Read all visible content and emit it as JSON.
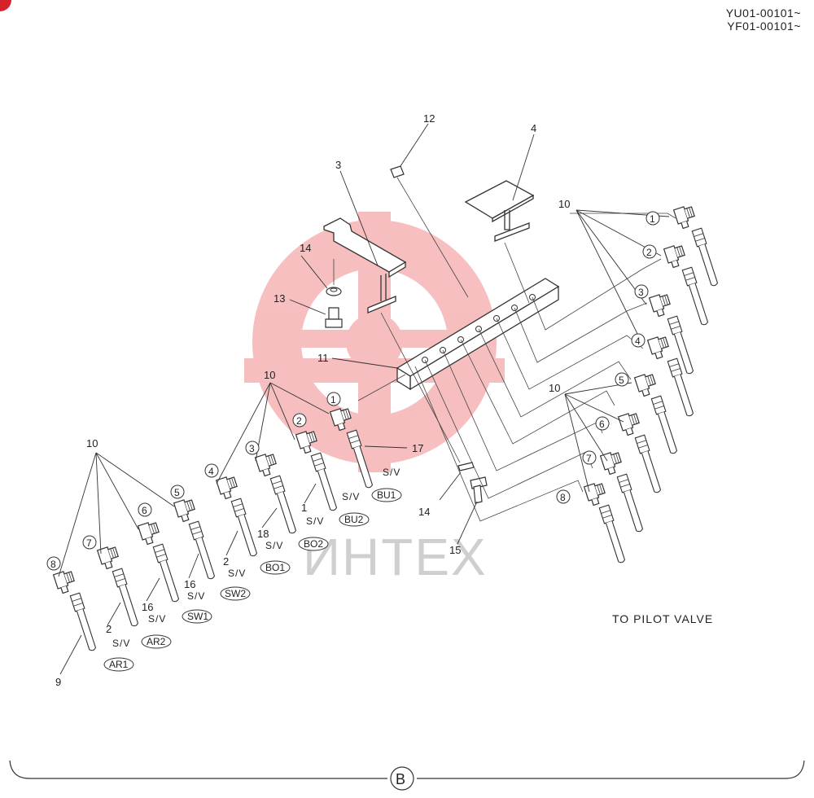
{
  "header": {
    "serial_1": "YU01-00101~",
    "serial_2": "YF01-00101~"
  },
  "watermark": {
    "text": "ИНТЕХ",
    "color": "#f4a9a9"
  },
  "callouts": {
    "c1": "1",
    "c2": "2",
    "c3": "3",
    "c4": "4",
    "c9": "9",
    "c10": "10",
    "c11": "11",
    "c12": "12",
    "c13": "13",
    "c14": "14",
    "c15": "15",
    "c16": "16",
    "c17": "17",
    "c18": "18"
  },
  "circled": [
    "1",
    "2",
    "3",
    "4",
    "5",
    "6",
    "7",
    "8"
  ],
  "sv_label": "S/V",
  "valve_tags": [
    "BU1",
    "BU2",
    "BO2",
    "BO1",
    "SW2",
    "SW1",
    "AR2",
    "AR1"
  ],
  "destination_label": "TO PILOT VALVE",
  "section_label": "B",
  "colors": {
    "line": "#333333",
    "accent": "#d6202a"
  }
}
